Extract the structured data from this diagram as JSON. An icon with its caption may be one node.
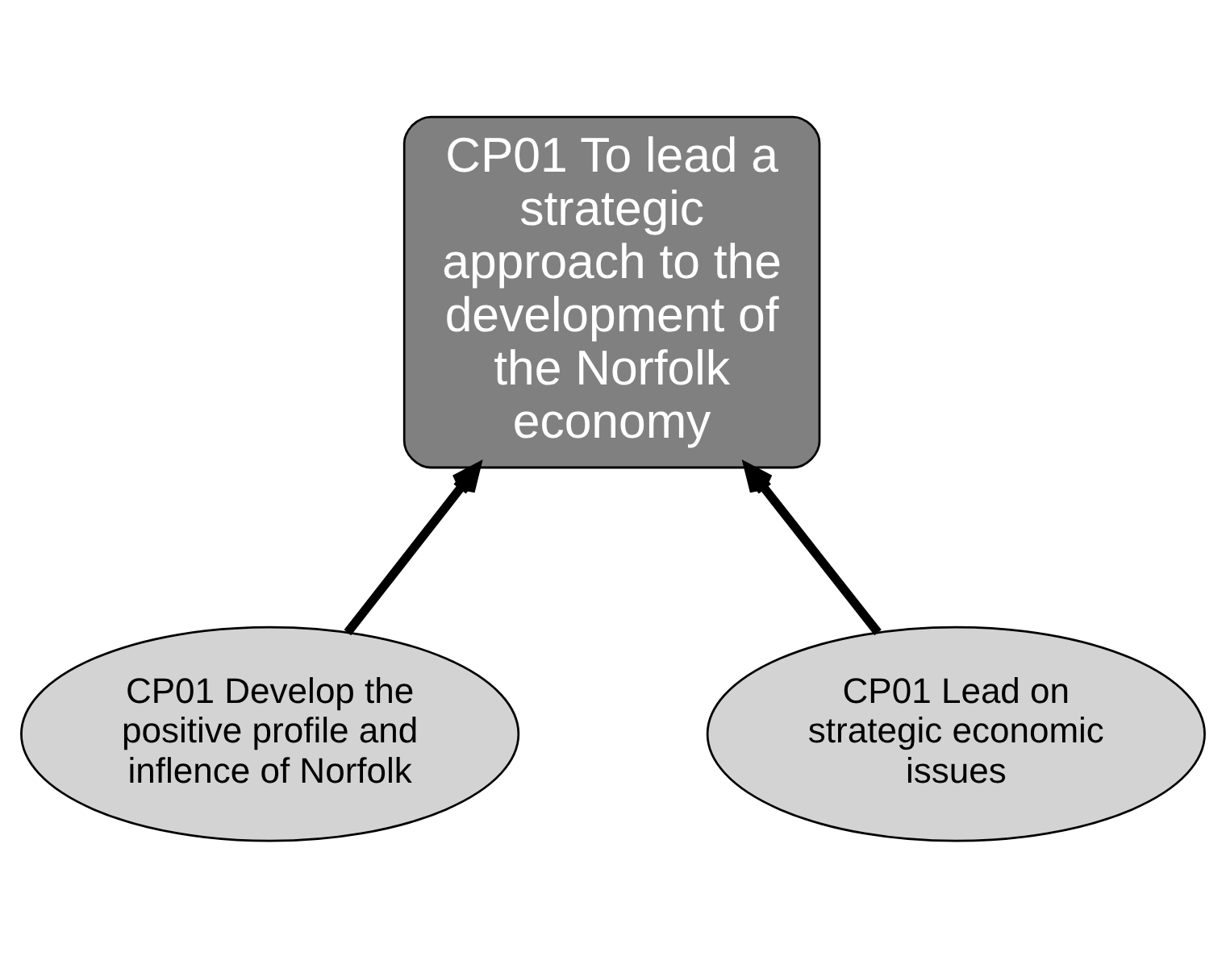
{
  "diagram": {
    "nodes": [
      {
        "text": [
          "CP01 To lead a strategic approach to the development of the Norfolk economy"
        ]
      },
      {
        "text": [
          "CP01 Develop the positive profile and inflence of Norfolk"
        ]
      },
      {
        "text": [
          "CP01 Lead on strategic economic issues"
        ]
      }
    ],
    "edges": [
      {
        "from": 1,
        "to": 0,
        "arrow": "to"
      },
      {
        "from": 2,
        "to": 0,
        "arrow": "to"
      }
    ]
  }
}
